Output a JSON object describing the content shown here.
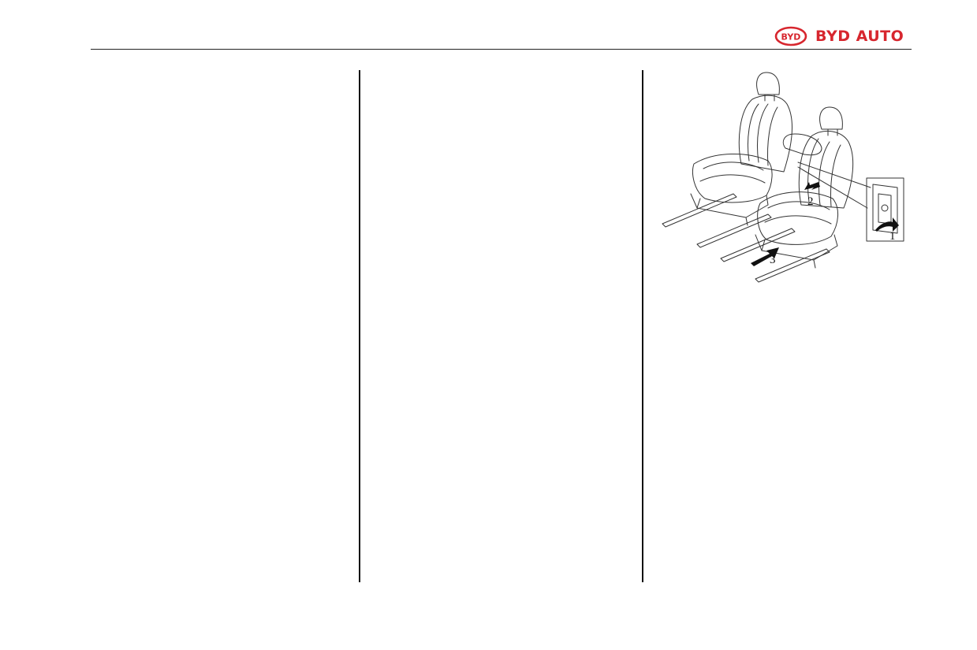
{
  "header": {
    "brand_name": "BYD AUTO",
    "brand_color": "#d7262e",
    "logo_icon": "byd-oval-logo-icon"
  },
  "figure": {
    "subject": "seat-adjustment-illustration",
    "callouts": [
      "1",
      "2",
      "3"
    ]
  }
}
